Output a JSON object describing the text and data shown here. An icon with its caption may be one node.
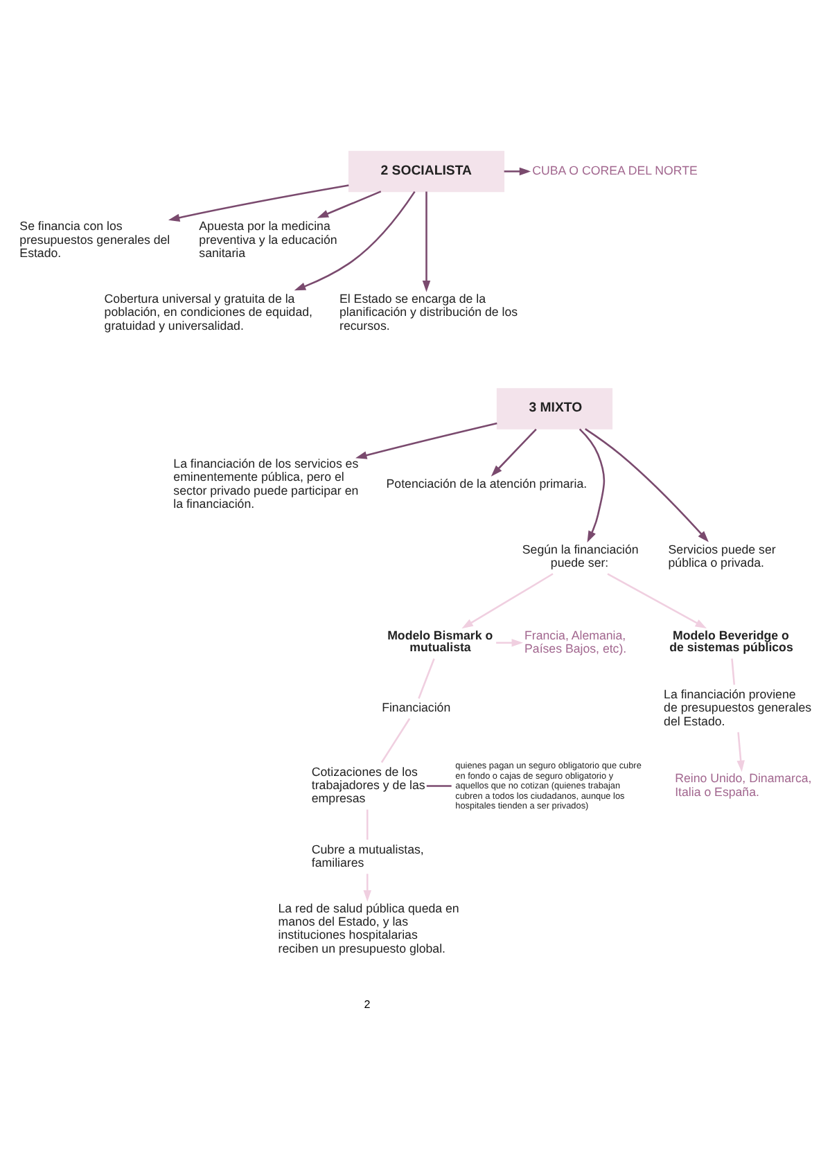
{
  "diagram": {
    "nodes": [
      {
        "text": [
          "2 SOCIALISTA"
        ]
      },
      {
        "text": [
          "CUBA O COREA DEL NORTE"
        ]
      },
      {
        "text": [
          "Apuesta por la medicina preventiva y la educación sanitaria"
        ]
      },
      {
        "text": [
          "Se financia con los presupuestos generales del Estado."
        ]
      },
      {
        "text": [
          "El Estado se encarga de la planificación y distribución de los recursos."
        ]
      },
      {
        "text": [
          "Cobertura universal y gratuita de la población, en condiciones de equidad, gratuidad y universalidad."
        ]
      },
      {
        "text": [
          "3 MIXTO"
        ]
      },
      {
        "text": [
          "La financiación de los servicios es eminentemente pública, pero el sector privado puede participar en la financiación."
        ]
      },
      {
        "text": [
          "Potenciación de la atención primaria."
        ]
      },
      {
        "text": [
          "Servicios puede ser pública o privada."
        ]
      },
      {
        "text": [
          "Según la financiación puede ser:"
        ]
      },
      {
        "text": [
          "Modelo Bismark o mutualista"
        ]
      },
      {
        "text": [
          "Francia, Alemania, Países Bajos, etc)."
        ]
      },
      {
        "text": [
          "Modelo Beveridge o de sistemas públicos"
        ]
      },
      {
        "text": [
          "Financiación"
        ]
      },
      {
        "text": [
          "La financiación proviene de presupuestos generales del Estado."
        ]
      },
      {
        "text": [
          "Cotizaciones de los trabajadores y de las empresas"
        ]
      },
      {
        "text": [
          "quienes pagan un seguro obligatorio que cubre en fondo o cajas de seguro obligatorio y aquellos que no cotizan (quienes trabajan cubren a todos los ciudadanos, aunque los hospitales tienden a ser privados)"
        ]
      },
      {
        "text": [
          "Reino Unido, Dinamarca, Italia o España."
        ]
      },
      {
        "text": [
          "Cubre a mutualistas, familiares"
        ]
      },
      {
        "text": [
          "La red de salud pública queda en manos del Estado, y las instituciones hospitalarias reciben un presupuesto global."
        ]
      }
    ],
    "edges": [
      {
        "from": 0,
        "to": 1,
        "arrow": "to"
      },
      {
        "from": 0,
        "to": 3,
        "arrow": "to"
      },
      {
        "from": 0,
        "to": 2,
        "arrow": "to"
      },
      {
        "from": 0,
        "to": 5,
        "arrow": "to"
      },
      {
        "from": 0,
        "to": 4,
        "arrow": "to"
      },
      {
        "from": 6,
        "to": 7,
        "arrow": "to"
      },
      {
        "from": 6,
        "to": 8,
        "arrow": "to"
      },
      {
        "from": 6,
        "to": 10,
        "arrow": "to"
      },
      {
        "from": 6,
        "to": 9,
        "arrow": "to"
      },
      {
        "from": 10,
        "to": 11,
        "arrow": "to",
        "color": "#f0cfe0"
      },
      {
        "from": 10,
        "to": 13,
        "arrow": "to",
        "color": "#f0cfe0"
      },
      {
        "from": 11,
        "to": 12,
        "arrow": "to",
        "color": "#f0cfe0"
      },
      {
        "from": 11,
        "to": 14,
        "arrow": "none",
        "color": "#f0cfe0"
      },
      {
        "from": 14,
        "to": 16,
        "arrow": "none",
        "color": "#f0cfe0"
      },
      {
        "from": 16,
        "to": 17,
        "arrow": "none"
      },
      {
        "from": 16,
        "to": 19,
        "arrow": "none",
        "color": "#f0cfe0"
      },
      {
        "from": 19,
        "to": 20,
        "arrow": "to",
        "color": "#f0cfe0"
      },
      {
        "from": 13,
        "to": 15,
        "arrow": "none",
        "color": "#f0cfe0"
      },
      {
        "from": 15,
        "to": 18,
        "arrow": "to",
        "color": "#f0cfe0"
      }
    ],
    "labels": [
      "2"
    ]
  }
}
